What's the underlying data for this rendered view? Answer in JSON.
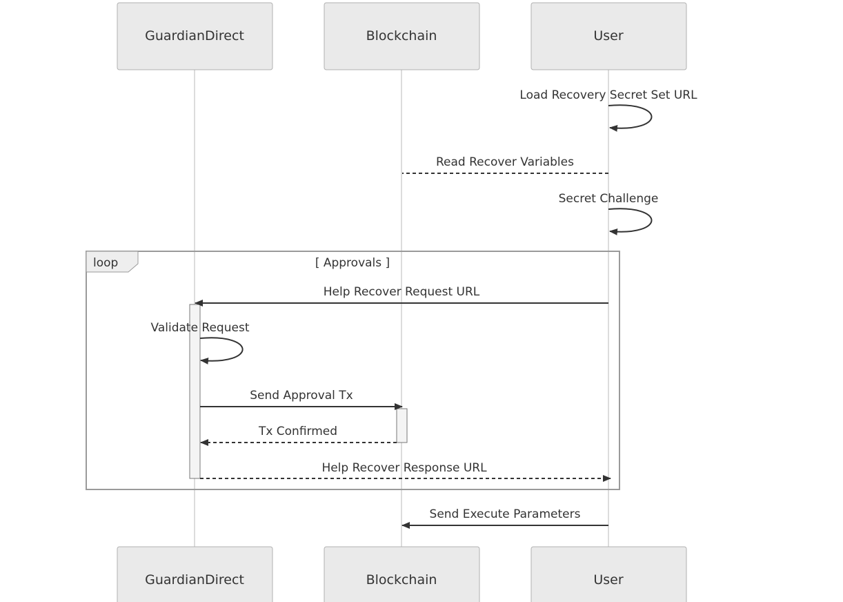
{
  "diagram": {
    "type": "sequence",
    "participants": [
      {
        "id": "gd",
        "label": "GuardianDirect"
      },
      {
        "id": "bc",
        "label": "Blockchain"
      },
      {
        "id": "user",
        "label": "User"
      }
    ],
    "loop": {
      "keyword": "loop",
      "condition": "[ Approvals ]"
    },
    "messages": [
      {
        "from": "user",
        "to": "user",
        "label": "Load Recovery Secret Set URL",
        "style": "solid"
      },
      {
        "from": "user",
        "to": "bc",
        "label": "Read Recover Variables",
        "style": "dashed-open"
      },
      {
        "from": "user",
        "to": "user",
        "label": "Secret Challenge",
        "style": "solid"
      },
      {
        "from": "user",
        "to": "gd",
        "label": "Help Recover Request URL",
        "style": "solid"
      },
      {
        "from": "gd",
        "to": "gd",
        "label": "Validate Request",
        "style": "solid"
      },
      {
        "from": "gd",
        "to": "bc",
        "label": "Send Approval Tx",
        "style": "solid"
      },
      {
        "from": "bc",
        "to": "gd",
        "label": "Tx Confirmed",
        "style": "dashed"
      },
      {
        "from": "gd",
        "to": "user",
        "label": "Help Recover Response URL",
        "style": "dashed"
      },
      {
        "from": "user",
        "to": "bc",
        "label": "Send Execute Parameters",
        "style": "solid"
      }
    ],
    "colors": {
      "actor_fill": "#eaeaea",
      "actor_border": "#b0b0b0",
      "line": "#333333",
      "lifeline": "#b8b8b8",
      "loop_border": "#9a9a9a"
    }
  }
}
